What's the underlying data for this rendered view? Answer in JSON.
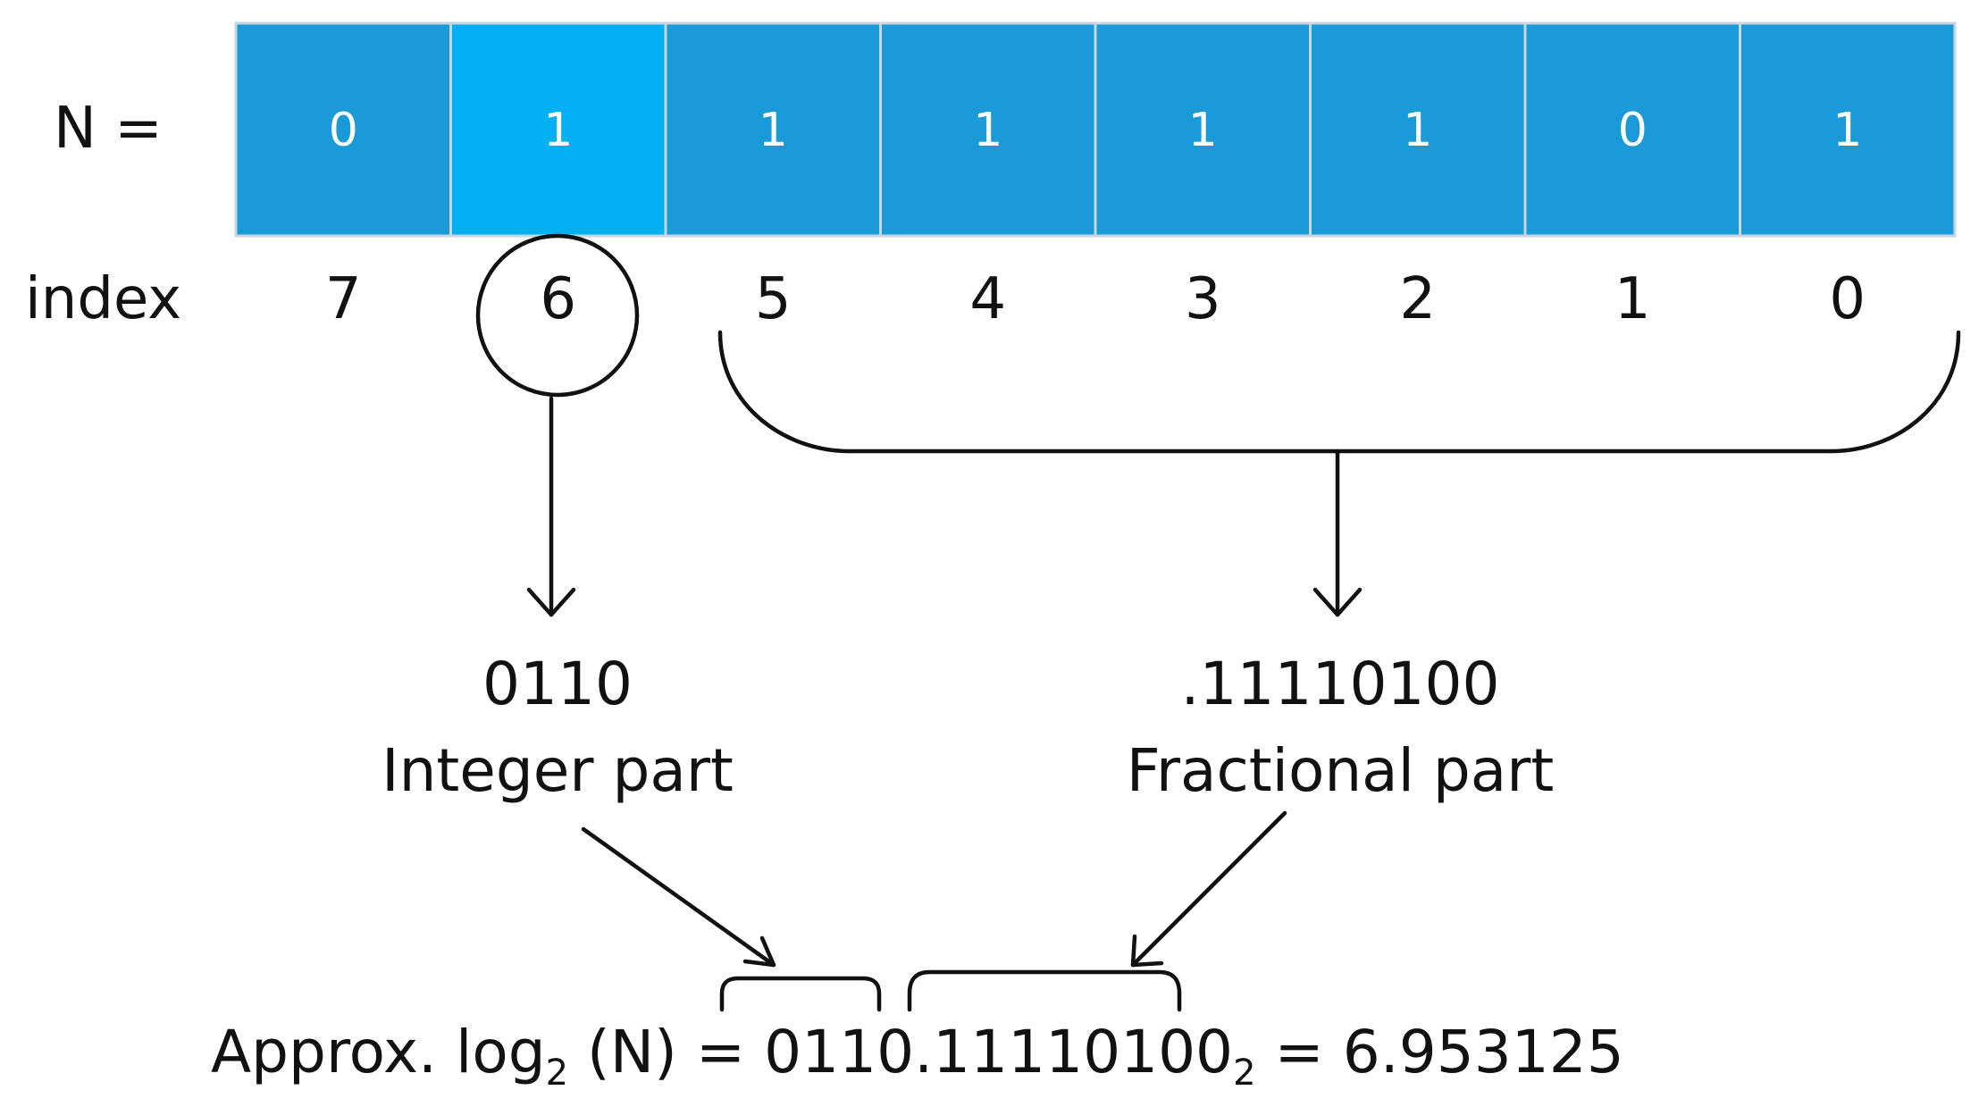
{
  "register": {
    "label": "N =",
    "index_label": "index",
    "bits": [
      "0",
      "1",
      "1",
      "1",
      "1",
      "1",
      "0",
      "1"
    ],
    "indices": [
      "7",
      "6",
      "5",
      "4",
      "3",
      "2",
      "1",
      "0"
    ],
    "highlighted_index": 1,
    "colors": {
      "cell": "#1a9ad7",
      "highlight": "#00b0f0",
      "border": "#c9d6df"
    }
  },
  "integer_part": {
    "value": "0110",
    "label": "Integer part"
  },
  "fractional_part": {
    "value": ".11110100",
    "label": "Fractional part"
  },
  "formula": {
    "prefix": "Approx. log",
    "log_base": "2",
    "argument": " (N) = ",
    "int_digits": "0110",
    "frac_digits": ".11110100",
    "number_base": "2",
    "result": " = 6.953125"
  }
}
